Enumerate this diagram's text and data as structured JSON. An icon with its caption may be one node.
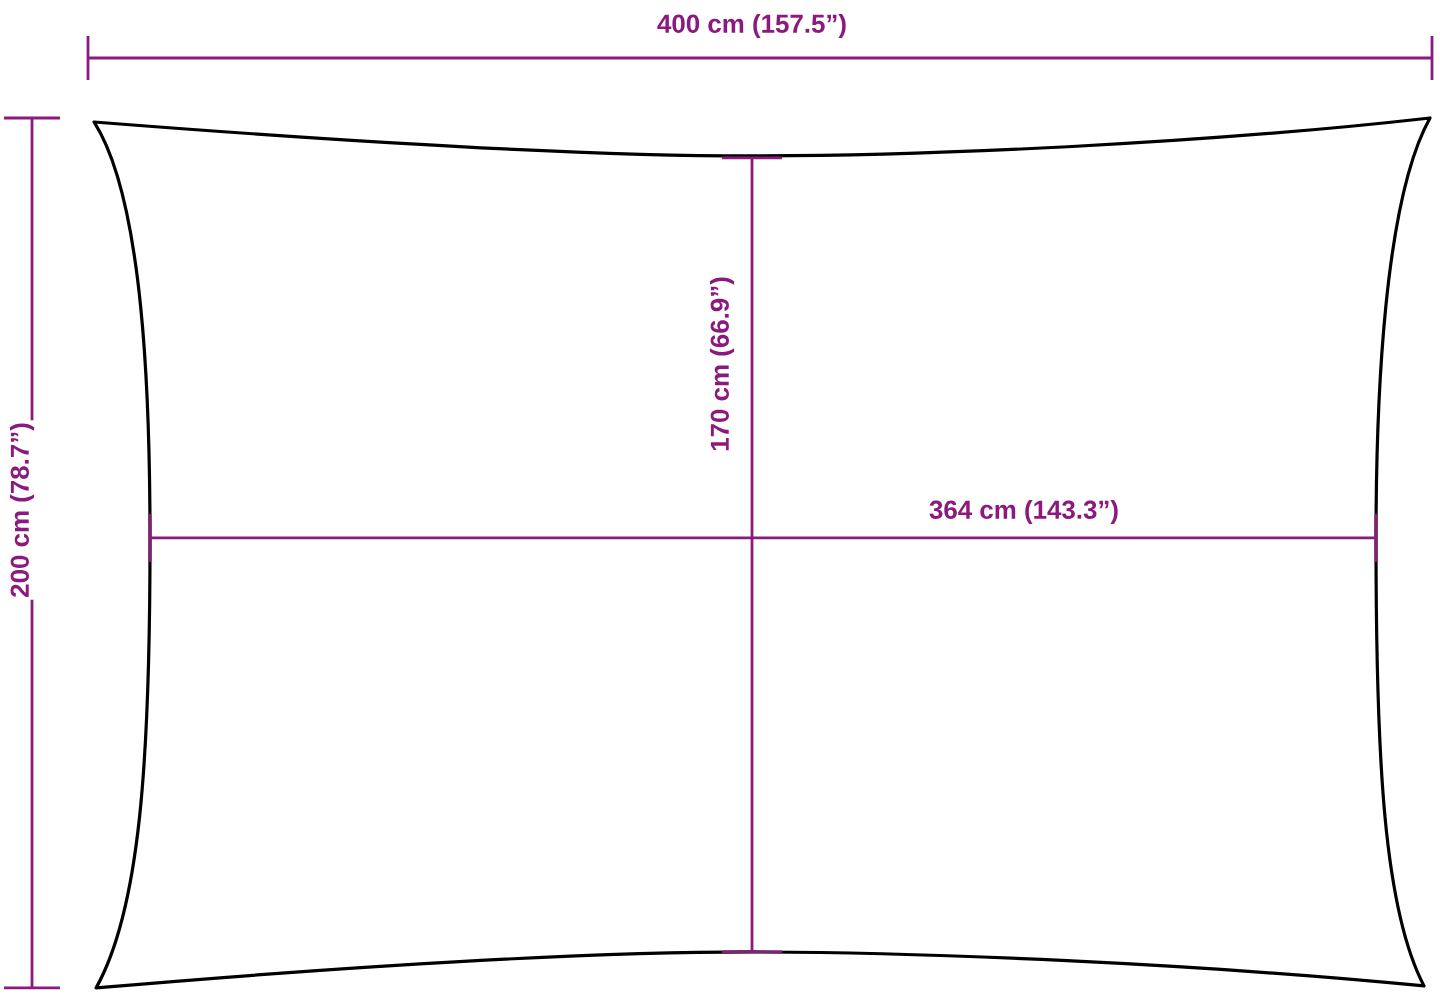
{
  "diagram": {
    "labels": [
      "400 cm (157.5”)",
      "200 cm (78.7”)",
      "170 cm (66.9”)",
      "364 cm (143.3”)"
    ]
  }
}
